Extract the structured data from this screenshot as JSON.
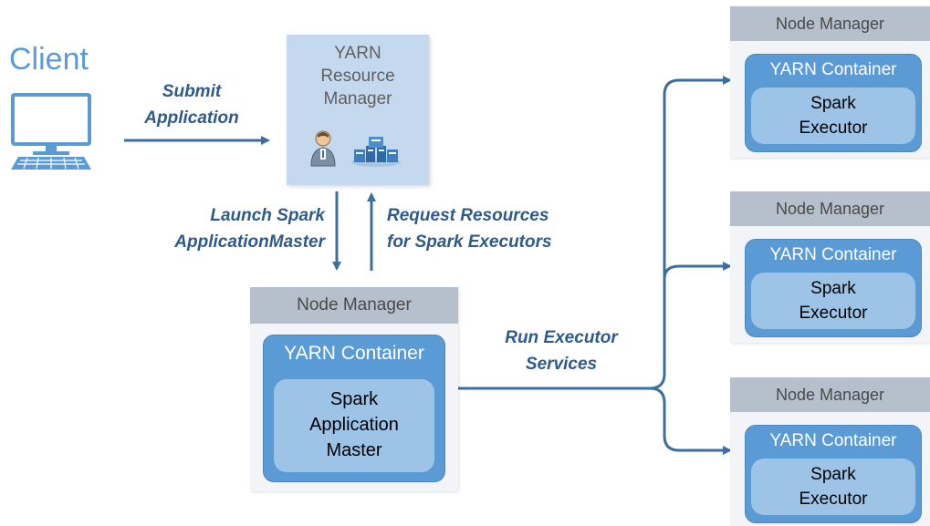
{
  "client": {
    "title": "Client"
  },
  "edges": {
    "submit": [
      "Submit",
      "Application"
    ],
    "launch": [
      "Launch Spark",
      "ApplicationMaster"
    ],
    "request": [
      "Request Resources",
      "for Spark Executors"
    ],
    "run": [
      "Run Executor",
      "Services"
    ]
  },
  "resource_manager": {
    "lines": [
      "YARN",
      "Resource",
      "Manager"
    ]
  },
  "app_node": {
    "header": "Node Manager",
    "container_title": "YARN Container",
    "inner": [
      "Spark",
      "Application",
      "Master"
    ]
  },
  "exec_nodes": [
    {
      "header": "Node Manager",
      "container_title": "YARN Container",
      "inner": [
        "Spark",
        "Executor"
      ]
    },
    {
      "header": "Node Manager",
      "container_title": "YARN Container",
      "inner": [
        "Spark",
        "Executor"
      ]
    },
    {
      "header": "Node Manager",
      "container_title": "YARN Container",
      "inner": [
        "Spark",
        "Executor"
      ]
    }
  ],
  "colors": {
    "arrow": "#3d6f9e",
    "container": "#5b9bd5",
    "inner": "#9dc3e6",
    "header": "#b6c0cc"
  }
}
